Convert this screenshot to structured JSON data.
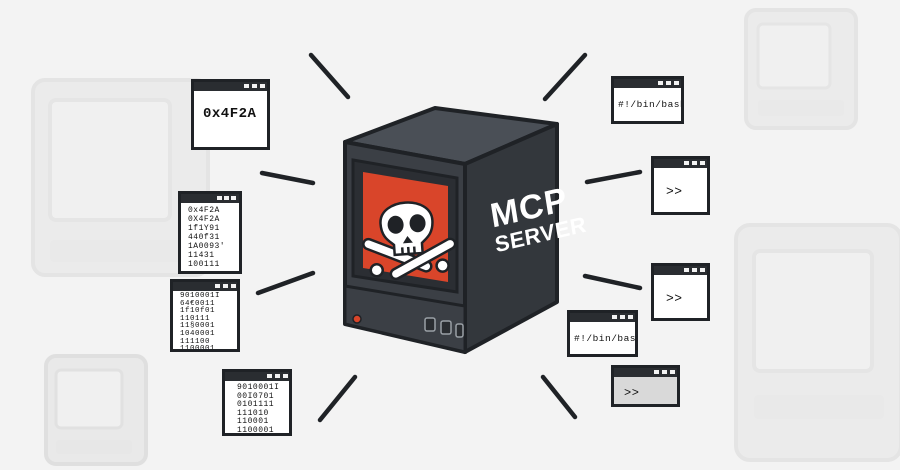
{
  "server": {
    "label_line1": "MCP",
    "label_line2": "SERVER",
    "screen_color": "#d9452a",
    "body_color": "#3b3f45",
    "icon": "skull-and-crossbones-icon"
  },
  "left_windows": [
    {
      "text": "0x4F2A"
    },
    {
      "text": "0x4F2A\n0X4F2A\n1f1Y91\n440f31\n1A0093'\n11431\n100111"
    },
    {
      "text": "9010001I\n64€0011\n1f10f01\n110111\n11§0001\n1040001\n111100\n1100001"
    },
    {
      "text": "9010001I\n00I0701\n0101111\n111010\n110001\n1100001"
    }
  ],
  "right_windows": [
    {
      "text": "#!/bin/bash"
    },
    {
      "text": ">>"
    },
    {
      "text": ">>"
    },
    {
      "text": "#!/bin/bash"
    },
    {
      "text": ">>"
    }
  ]
}
